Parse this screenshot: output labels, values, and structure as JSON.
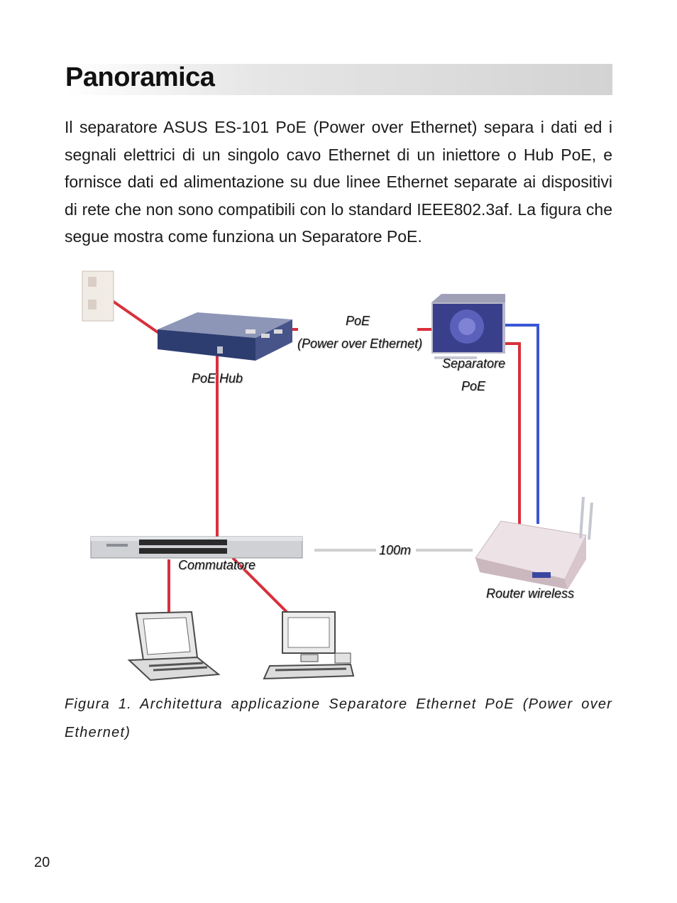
{
  "section": {
    "title": "Panoramica"
  },
  "body": {
    "paragraph": "Il separatore ASUS ES-101 PoE (Power over Ethernet) separa i dati ed i segnali elettrici di un singolo cavo Ethernet di un iniettore o Hub PoE, e fornisce dati ed alimentazione su due linee Ethernet separate ai dispositivi di rete che non sono compatibili con lo standard IEEE802.3af. La figura che segue mostra come funziona un Separatore PoE."
  },
  "figure": {
    "labels": {
      "poe": "PoE",
      "poe_full": "(Power over Ethernet)",
      "separator_line1": "Separatore",
      "separator_line2": "PoE",
      "poe_hub": "PoE Hub",
      "distance": "100m",
      "switch": "Commutatore",
      "router": "Router wireless"
    },
    "colors": {
      "data_cable": "#d8303c",
      "power_cable": "#3b57d6",
      "distance_line": "#d0d0d0"
    }
  },
  "caption": {
    "text": "Figura 1. Architettura applicazione Separatore Ethernet PoE (Power over Ethernet)"
  },
  "footer": {
    "page_number": "20"
  }
}
